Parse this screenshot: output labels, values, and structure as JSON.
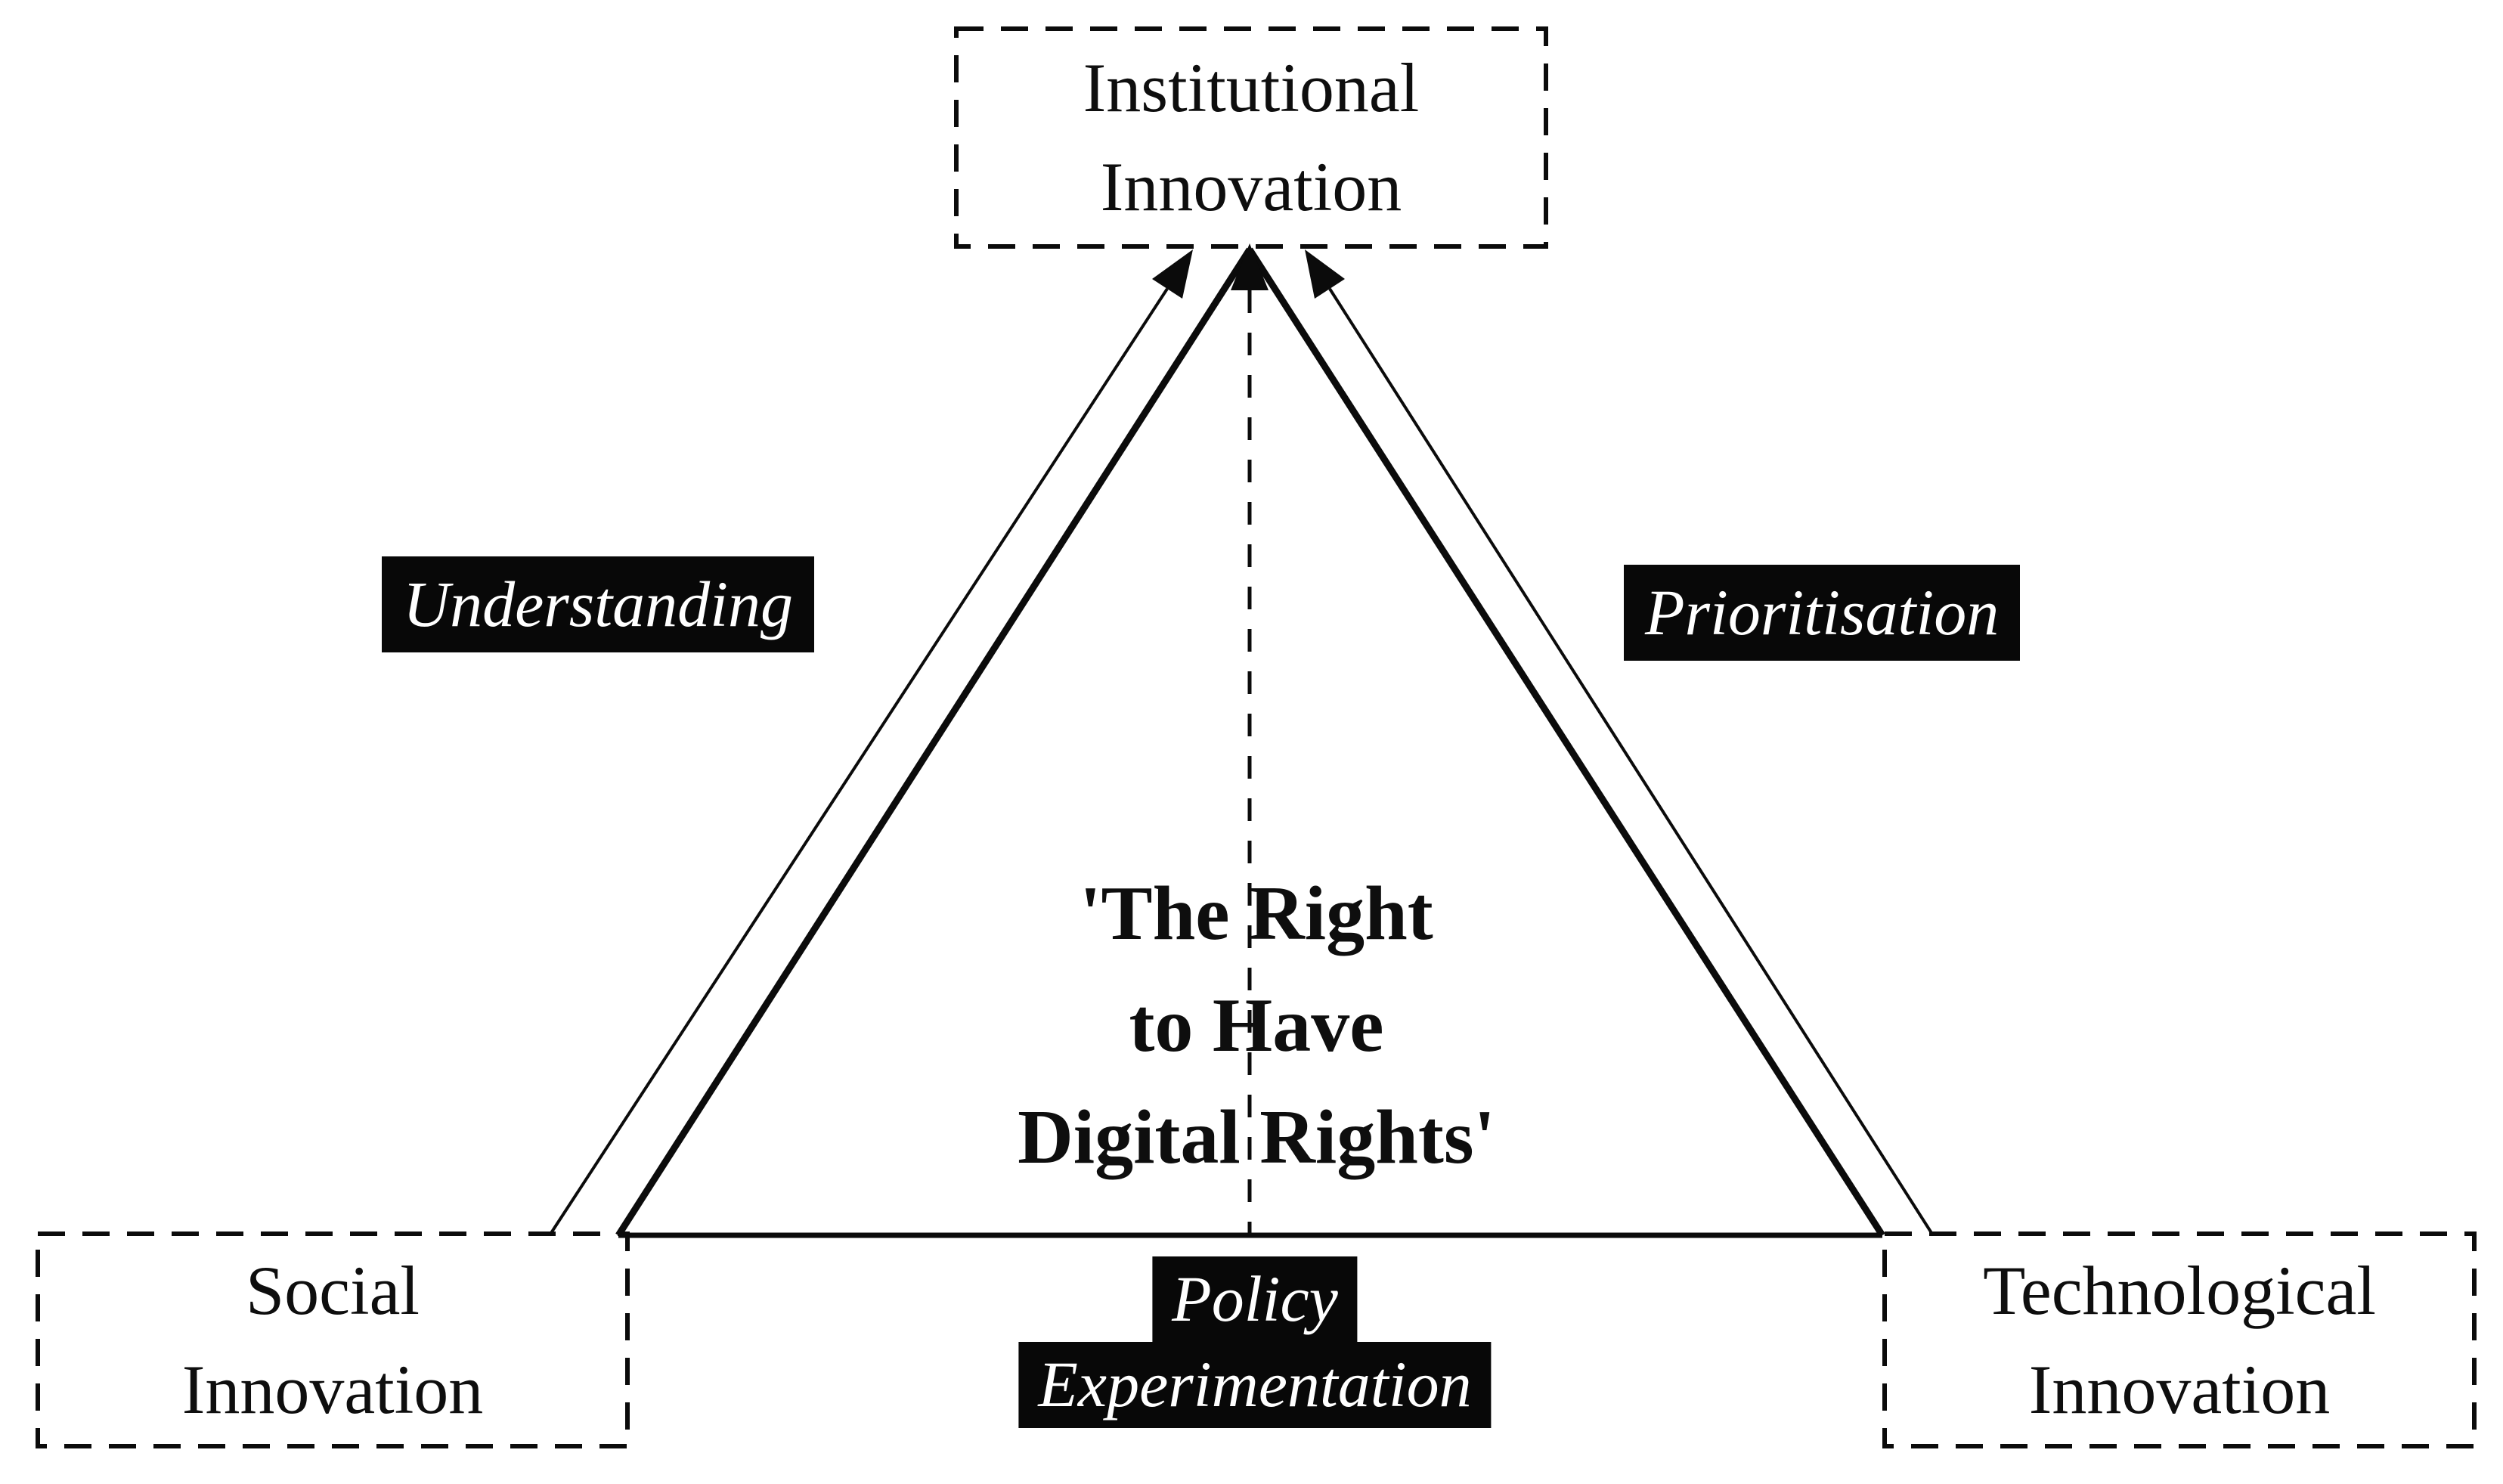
{
  "nodes": {
    "institutional": {
      "lines": [
        "Institutional",
        "Innovation"
      ]
    },
    "social": {
      "lines": [
        "Social",
        "Innovation"
      ]
    },
    "technological": {
      "lines": [
        "Technological",
        "Innovation"
      ]
    }
  },
  "edge_labels": {
    "left": "Understanding",
    "right": "Prioritisation",
    "bottom_lines": [
      "Policy",
      "Experimentation"
    ]
  },
  "center_text": {
    "lines": [
      "'The Right",
      "to Have",
      "Digital Rights'"
    ]
  },
  "colors": {
    "line": "#0b0b0b",
    "label_background": "#080808",
    "label_text": "#ffffff",
    "node_text": "#0e0e0e",
    "background": "#ffffff"
  }
}
